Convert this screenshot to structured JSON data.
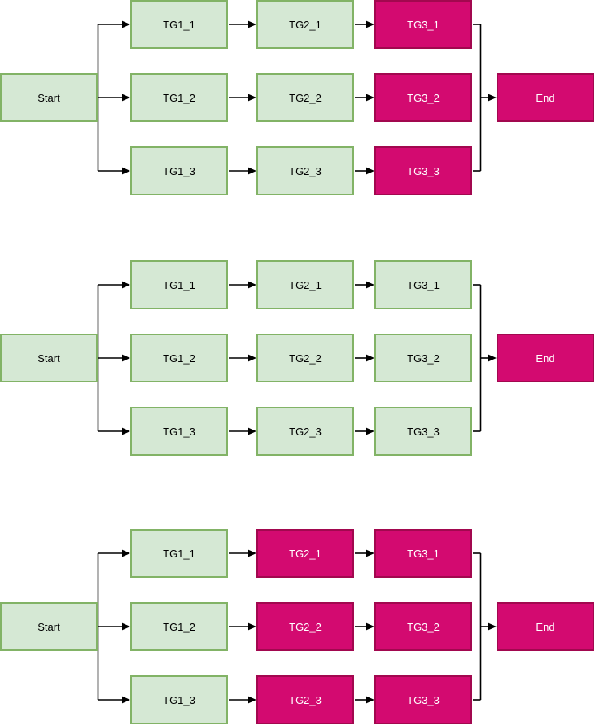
{
  "colors": {
    "canvas_bg": "#ffffff",
    "node_fill": "#d5e8d4",
    "node_border": "#82b366",
    "node_text": "#000000",
    "highlight_fill": "#d30a70",
    "highlight_border": "#a2084f",
    "highlight_text": "#ffffff",
    "edge_color": "#000000"
  },
  "diagrams": [
    {
      "name": "flow-diagram-1",
      "nodes": [
        {
          "id": "start",
          "label": "Start",
          "state": "default"
        },
        {
          "id": "tg1_1",
          "label": "TG1_1",
          "state": "default"
        },
        {
          "id": "tg1_2",
          "label": "TG1_2",
          "state": "default"
        },
        {
          "id": "tg1_3",
          "label": "TG1_3",
          "state": "default"
        },
        {
          "id": "tg2_1",
          "label": "TG2_1",
          "state": "default"
        },
        {
          "id": "tg2_2",
          "label": "TG2_2",
          "state": "default"
        },
        {
          "id": "tg2_3",
          "label": "TG2_3",
          "state": "default"
        },
        {
          "id": "tg3_1",
          "label": "TG3_1",
          "state": "highlighted"
        },
        {
          "id": "tg3_2",
          "label": "TG3_2",
          "state": "highlighted"
        },
        {
          "id": "tg3_3",
          "label": "TG3_3",
          "state": "highlighted"
        },
        {
          "id": "end",
          "label": "End",
          "state": "highlighted"
        }
      ],
      "edges": [
        {
          "from": "start",
          "to": "tg1_1"
        },
        {
          "from": "start",
          "to": "tg1_2"
        },
        {
          "from": "start",
          "to": "tg1_3"
        },
        {
          "from": "tg1_1",
          "to": "tg2_1"
        },
        {
          "from": "tg1_2",
          "to": "tg2_2"
        },
        {
          "from": "tg1_3",
          "to": "tg2_3"
        },
        {
          "from": "tg2_1",
          "to": "tg3_1"
        },
        {
          "from": "tg2_2",
          "to": "tg3_2"
        },
        {
          "from": "tg2_3",
          "to": "tg3_3"
        },
        {
          "from": "tg3_1",
          "to": "end"
        },
        {
          "from": "tg3_2",
          "to": "end"
        },
        {
          "from": "tg3_3",
          "to": "end"
        }
      ]
    },
    {
      "name": "flow-diagram-2",
      "nodes": [
        {
          "id": "start",
          "label": "Start",
          "state": "default"
        },
        {
          "id": "tg1_1",
          "label": "TG1_1",
          "state": "default"
        },
        {
          "id": "tg1_2",
          "label": "TG1_2",
          "state": "default"
        },
        {
          "id": "tg1_3",
          "label": "TG1_3",
          "state": "default"
        },
        {
          "id": "tg2_1",
          "label": "TG2_1",
          "state": "default"
        },
        {
          "id": "tg2_2",
          "label": "TG2_2",
          "state": "default"
        },
        {
          "id": "tg2_3",
          "label": "TG2_3",
          "state": "default"
        },
        {
          "id": "tg3_1",
          "label": "TG3_1",
          "state": "default"
        },
        {
          "id": "tg3_2",
          "label": "TG3_2",
          "state": "default"
        },
        {
          "id": "tg3_3",
          "label": "TG3_3",
          "state": "default"
        },
        {
          "id": "end",
          "label": "End",
          "state": "highlighted"
        }
      ],
      "edges": [
        {
          "from": "start",
          "to": "tg1_1"
        },
        {
          "from": "start",
          "to": "tg1_2"
        },
        {
          "from": "start",
          "to": "tg1_3"
        },
        {
          "from": "tg1_1",
          "to": "tg2_1"
        },
        {
          "from": "tg1_2",
          "to": "tg2_2"
        },
        {
          "from": "tg1_3",
          "to": "tg2_3"
        },
        {
          "from": "tg2_1",
          "to": "tg3_1"
        },
        {
          "from": "tg2_2",
          "to": "tg3_2"
        },
        {
          "from": "tg2_3",
          "to": "tg3_3"
        },
        {
          "from": "tg3_1",
          "to": "end"
        },
        {
          "from": "tg3_2",
          "to": "end"
        },
        {
          "from": "tg3_3",
          "to": "end"
        }
      ]
    },
    {
      "name": "flow-diagram-3",
      "nodes": [
        {
          "id": "start",
          "label": "Start",
          "state": "default"
        },
        {
          "id": "tg1_1",
          "label": "TG1_1",
          "state": "default"
        },
        {
          "id": "tg1_2",
          "label": "TG1_2",
          "state": "default"
        },
        {
          "id": "tg1_3",
          "label": "TG1_3",
          "state": "default"
        },
        {
          "id": "tg2_1",
          "label": "TG2_1",
          "state": "highlighted"
        },
        {
          "id": "tg2_2",
          "label": "TG2_2",
          "state": "highlighted"
        },
        {
          "id": "tg2_3",
          "label": "TG2_3",
          "state": "highlighted"
        },
        {
          "id": "tg3_1",
          "label": "TG3_1",
          "state": "highlighted"
        },
        {
          "id": "tg3_2",
          "label": "TG3_2",
          "state": "highlighted"
        },
        {
          "id": "tg3_3",
          "label": "TG3_3",
          "state": "highlighted"
        },
        {
          "id": "end",
          "label": "End",
          "state": "highlighted"
        }
      ],
      "edges": [
        {
          "from": "start",
          "to": "tg1_1"
        },
        {
          "from": "start",
          "to": "tg1_2"
        },
        {
          "from": "start",
          "to": "tg1_3"
        },
        {
          "from": "tg1_1",
          "to": "tg2_1"
        },
        {
          "from": "tg1_2",
          "to": "tg2_2"
        },
        {
          "from": "tg1_3",
          "to": "tg2_3"
        },
        {
          "from": "tg2_1",
          "to": "tg3_1"
        },
        {
          "from": "tg2_2",
          "to": "tg3_2"
        },
        {
          "from": "tg2_3",
          "to": "tg3_3"
        },
        {
          "from": "tg3_1",
          "to": "end"
        },
        {
          "from": "tg3_2",
          "to": "end"
        },
        {
          "from": "tg3_3",
          "to": "end"
        }
      ]
    }
  ]
}
